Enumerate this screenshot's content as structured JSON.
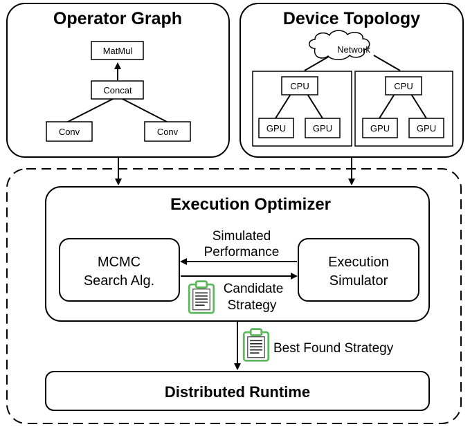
{
  "operator_graph": {
    "title": "Operator Graph",
    "nodes": [
      "MatMul",
      "Concat",
      "Conv",
      "Conv"
    ]
  },
  "device_topology": {
    "title": "Device Topology",
    "network_label": "Network",
    "groups": [
      {
        "cpu": "CPU",
        "gpus": [
          "GPU",
          "GPU"
        ]
      },
      {
        "cpu": "CPU",
        "gpus": [
          "GPU",
          "GPU"
        ]
      }
    ]
  },
  "execution_optimizer": {
    "title": "Execution Optimizer",
    "search_box": [
      "MCMC",
      "Search Alg."
    ],
    "simulator_box": [
      "Execution",
      "Simulator"
    ],
    "feedback_label": [
      "Simulated",
      "Performance"
    ],
    "candidate_label": [
      "Candidate",
      "Strategy"
    ]
  },
  "best_strategy_label": "Best Found Strategy",
  "runtime": {
    "title": "Distributed Runtime"
  },
  "colors": {
    "clipboard_green": "#5cb85c",
    "stroke": "#000000"
  }
}
